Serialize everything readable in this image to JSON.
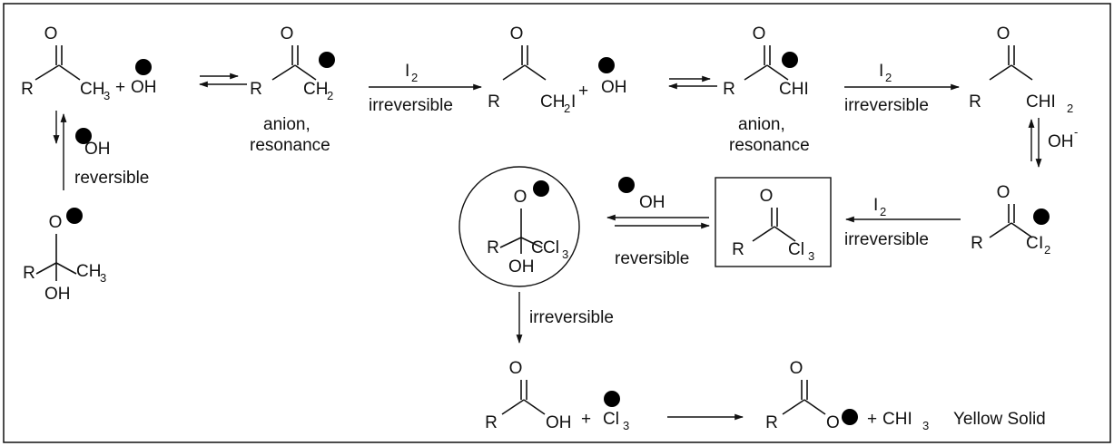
{
  "atoms": {
    "O": "O",
    "R": "R",
    "CH": "CH",
    "C": "C",
    "Cl": "Cl",
    "OH": "OH",
    "OH_minus": "OH",
    "CHI": "CHI",
    "I": "I",
    "plus": "+",
    "sub_2": "2",
    "sub_3": "3",
    "minus_sup": "-"
  },
  "reagents": {
    "iodine": "I",
    "iodine_sub": "2",
    "hydroxide": "OH"
  },
  "labels": {
    "irreversible": "irreversible",
    "reversible": "reversible",
    "anion": "anion,",
    "resonance": "resonance",
    "yellow_solid": "Yellow Solid",
    "iodoform": "CHI"
  }
}
